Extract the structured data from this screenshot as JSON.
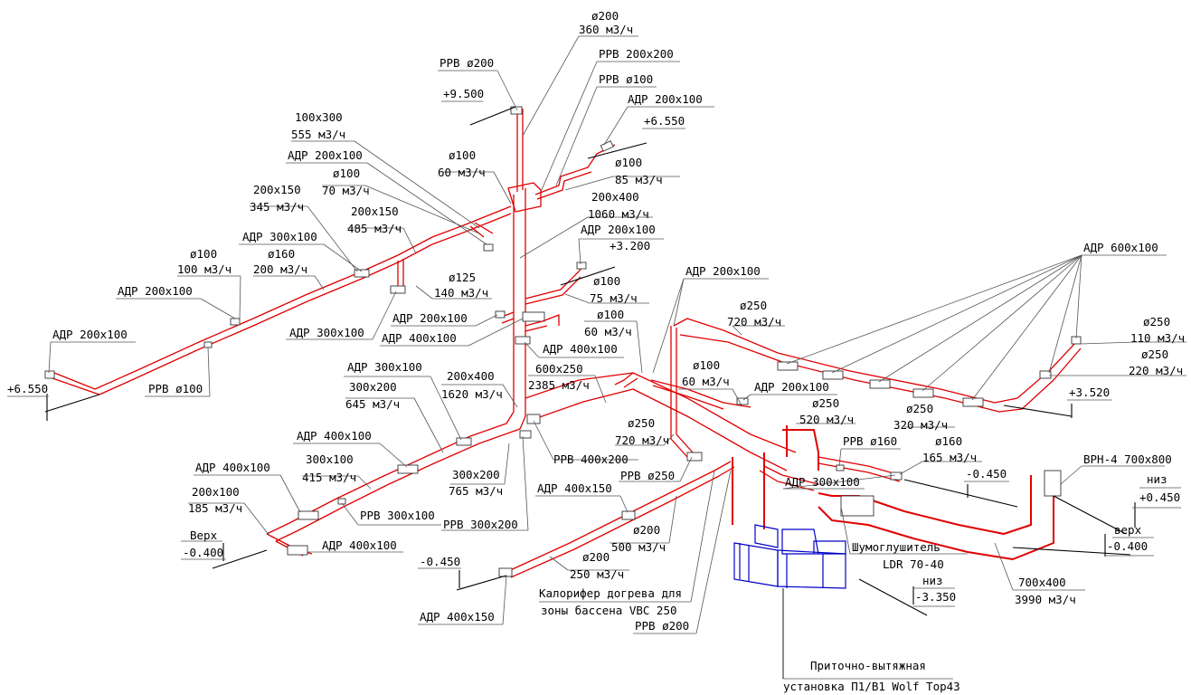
{
  "colors": {
    "duct": "#e00000",
    "unit": "#0000c8",
    "text": "#000000",
    "leader": "#555555"
  },
  "labels": {
    "top_d200": "ø200",
    "top_360": "360 м3/ч",
    "rrv_d200_top": "PPB ø200",
    "rrv_200x200": "PPB 200x200",
    "rrv_d100_top": "PPB ø100",
    "adr_200x100_top": "АДР 200x100",
    "lvl_9500": "+9.500",
    "lvl_6550_top": "+6.550",
    "s100x300": "100x300",
    "f555": "555 м3/ч",
    "adr_200x100_a": "АДР 200x100",
    "d100_a": "ø100",
    "f60_a": "60 м3/ч",
    "d100_b": "ø100",
    "f70": "70 м3/ч",
    "d100_c": "ø100",
    "f85": "85 м3/ч",
    "s200x150_a": "200x150",
    "f345": "345 м3/ч",
    "s200x150_b": "200x150",
    "f485": "485 м3/ч",
    "s200x400_top": "200x400",
    "f1060": "1060 м3/ч",
    "adr_200x100_b": "АДР 200x100",
    "lvl_3200": "+3.200",
    "adr_300x100_a": "АДР 300x100",
    "d160": "ø160",
    "f200": "200 м3/ч",
    "d100_d": "ø100",
    "f100": "100 м3/ч",
    "d125": "ø125",
    "f140": "140 м3/ч",
    "adr_200x100_c": "АДР 200x100",
    "adr_300x100_b": "АДР 300x100",
    "d100_e": "ø100",
    "f75": "75 м3/ч",
    "adr_200x100_d": "АДР 200x100",
    "adr_400x100_a": "АДР 400x100",
    "adr_200x100_left": "АДР 200x100",
    "lvl_6550_left": "+6.550",
    "rrv_d100_left": "PPB ø100",
    "d100_f": "ø100",
    "f60_b": "60 м3/ч",
    "adr_400x100_b": "АДР 400x100",
    "adr_200x100_right": "АДР 200x100",
    "adr_600x100": "АДР 600x100",
    "d250_a": "ø250",
    "f720_a": "720 м3/ч",
    "d250_110": "ø250",
    "f110": "110 м3/ч",
    "d250_220": "ø250",
    "f220": "220 м3/ч",
    "lvl_3520": "+3.520",
    "adr_300x100_c": "АДР 300x100",
    "s300x200_a": "300x200",
    "f645": "645 м3/ч",
    "s200x400_mid": "200x400",
    "f1620": "1620 м3/ч",
    "s600x250": "600x250",
    "f2385": "2385 м3/ч",
    "d100_g": "ø100",
    "f60_c": "60 м3/ч",
    "adr_200x100_e": "АДР 200x100",
    "d250_520": "ø250",
    "f520": "520 м3/ч",
    "d250_320": "ø250",
    "f320": "320 м3/ч",
    "adr_400x100_c": "АДР 400x100",
    "s300x100": "300x100",
    "f415": "415 м3/ч",
    "s300x200_b": "300x200",
    "f765": "765 м3/ч",
    "rrv_400x200": "PPB 400x200",
    "d250_b": "ø250",
    "f720_b": "720 м3/ч",
    "rrv_d250": "PPB ø250",
    "rrv_d160": "PPB ø160",
    "d160_b": "ø160",
    "f165": "165 м3/ч",
    "lvl_m0450_a": "-0.450",
    "adr_300x100_d": "АДР 300x100",
    "vrn4": "ВРН-4 700x800",
    "niz_a": "низ",
    "lvl_0450": "+0.450",
    "adr_400x100_d": "АДР 400x100",
    "s200x100": "200x100",
    "f185": "185 м3/ч",
    "verh_a": "Верх",
    "lvl_m0400_a": "-0.400",
    "rrv_300x100": "PPB 300x100",
    "rrv_300x200": "PPB 300x200",
    "adr_400x100_e": "АДР 400x100",
    "adr_400x150_a": "АДР 400x150",
    "d200_500": "ø200",
    "f500": "500 м3/ч",
    "d200_250": "ø200",
    "f250": "250 м3/ч",
    "lvl_m0450_b": "-0.450",
    "adr_400x150_b": "АДР 400x150",
    "kal_1": "Калорифер догрева для",
    "kal_2": "зоны бассена VBC 250",
    "rrv_d200_bot": "PPB ø200",
    "shum_1": "Шумоглушитель",
    "shum_2": "LDR 70-40",
    "niz_b": "низ",
    "lvl_m3350": "-3.350",
    "verh_b": "верх",
    "lvl_m0400_b": "-0.400",
    "s700x400": "700x400",
    "f3990": "3990 м3/ч",
    "unit_1": "Приточно-вытяжная",
    "unit_2": "установка П1/В1 Wolf Top43"
  }
}
